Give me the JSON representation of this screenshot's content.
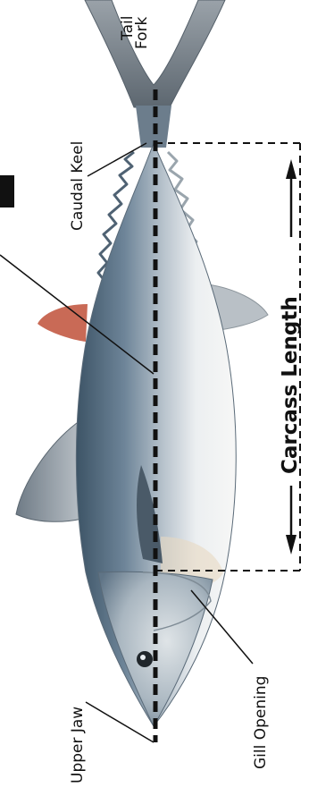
{
  "labels": {
    "tail_fork": [
      "Tail",
      "Fork"
    ],
    "caudal_keel": "Caudal Keel",
    "carcass_length": "Carcass Length",
    "gill_opening": "Gill Opening",
    "upper_jaw": "Upper Jaw"
  },
  "colors": {
    "line": "#111111",
    "fish_back": "#5f7486",
    "fish_belly": "#f1f2f3",
    "fin": "#8f9aa3",
    "pelvic_fin": "#c96a56"
  }
}
